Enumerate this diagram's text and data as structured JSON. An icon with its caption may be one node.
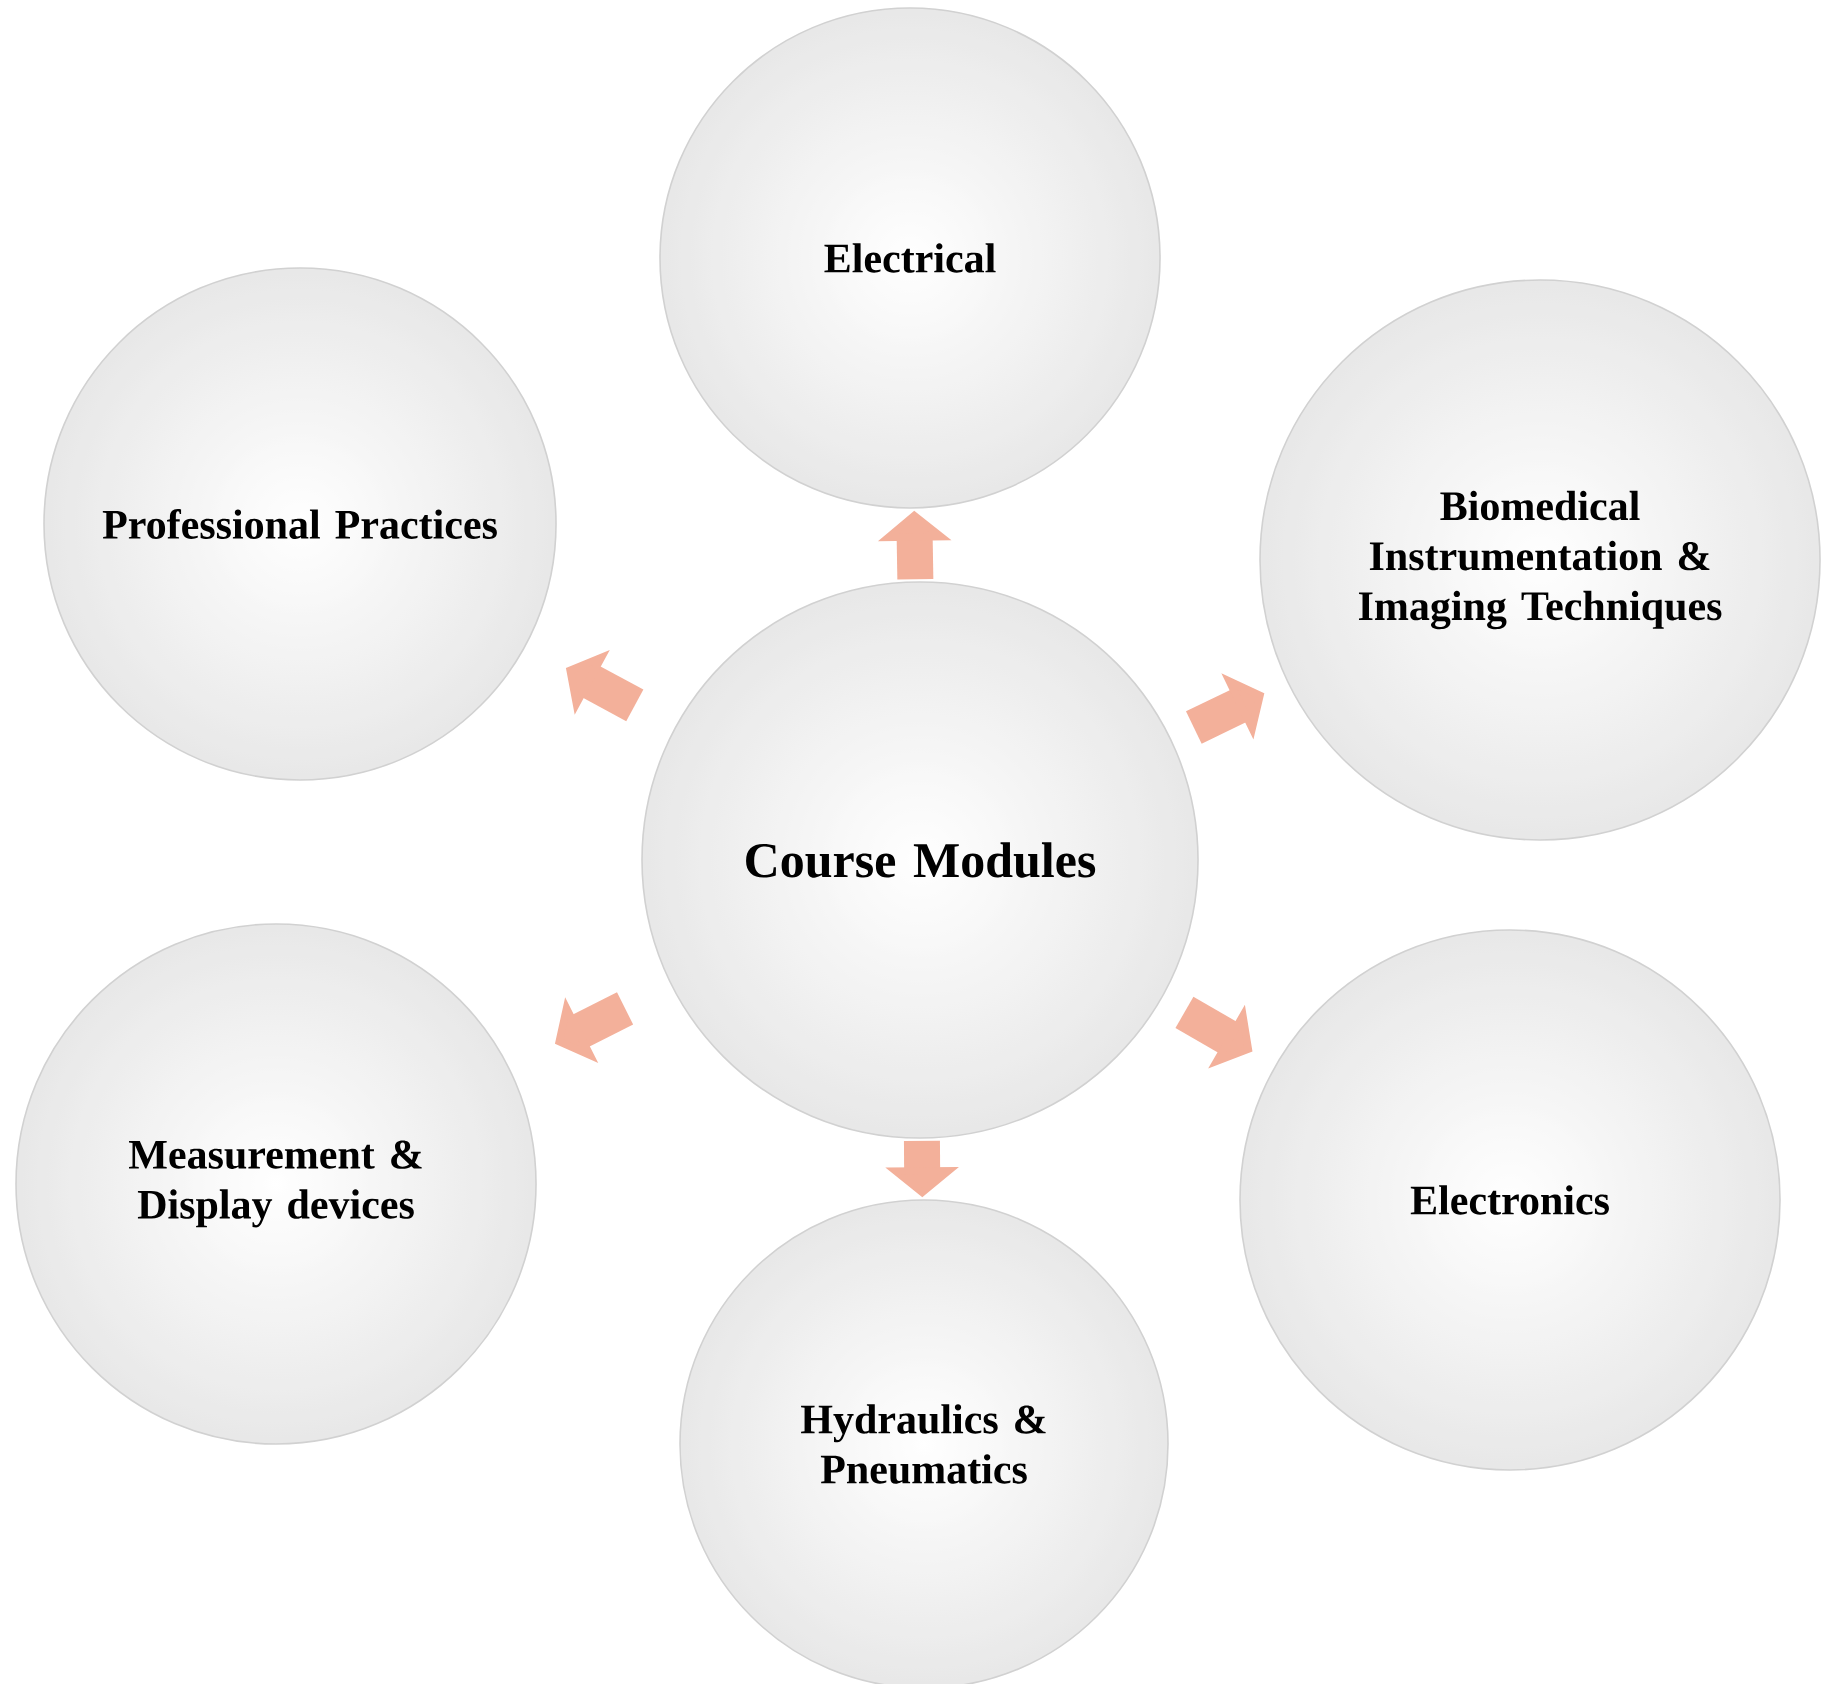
{
  "diagram": {
    "nodes": [
      {
        "text": [
          "Electrical"
        ]
      },
      {
        "text": [
          "Professional Practices"
        ]
      },
      {
        "text": [
          "Biomedical Instrumentation & Imaging Techniques"
        ]
      },
      {
        "text": [
          "Course Modules"
        ]
      },
      {
        "text": [
          "Measurement & Display devices"
        ]
      },
      {
        "text": [
          "Electronics"
        ]
      },
      {
        "text": [
          "Hydraulics & Pneumatics"
        ]
      }
    ],
    "edges": [
      {
        "from": 3,
        "to": 0,
        "arrow": "to"
      },
      {
        "from": 3,
        "to": 2,
        "arrow": "to"
      },
      {
        "from": 3,
        "to": 5,
        "arrow": "to"
      },
      {
        "from": 3,
        "to": 6,
        "arrow": "to"
      },
      {
        "from": 3,
        "to": 4,
        "arrow": "to"
      },
      {
        "from": 3,
        "to": 1,
        "arrow": "to"
      }
    ]
  }
}
